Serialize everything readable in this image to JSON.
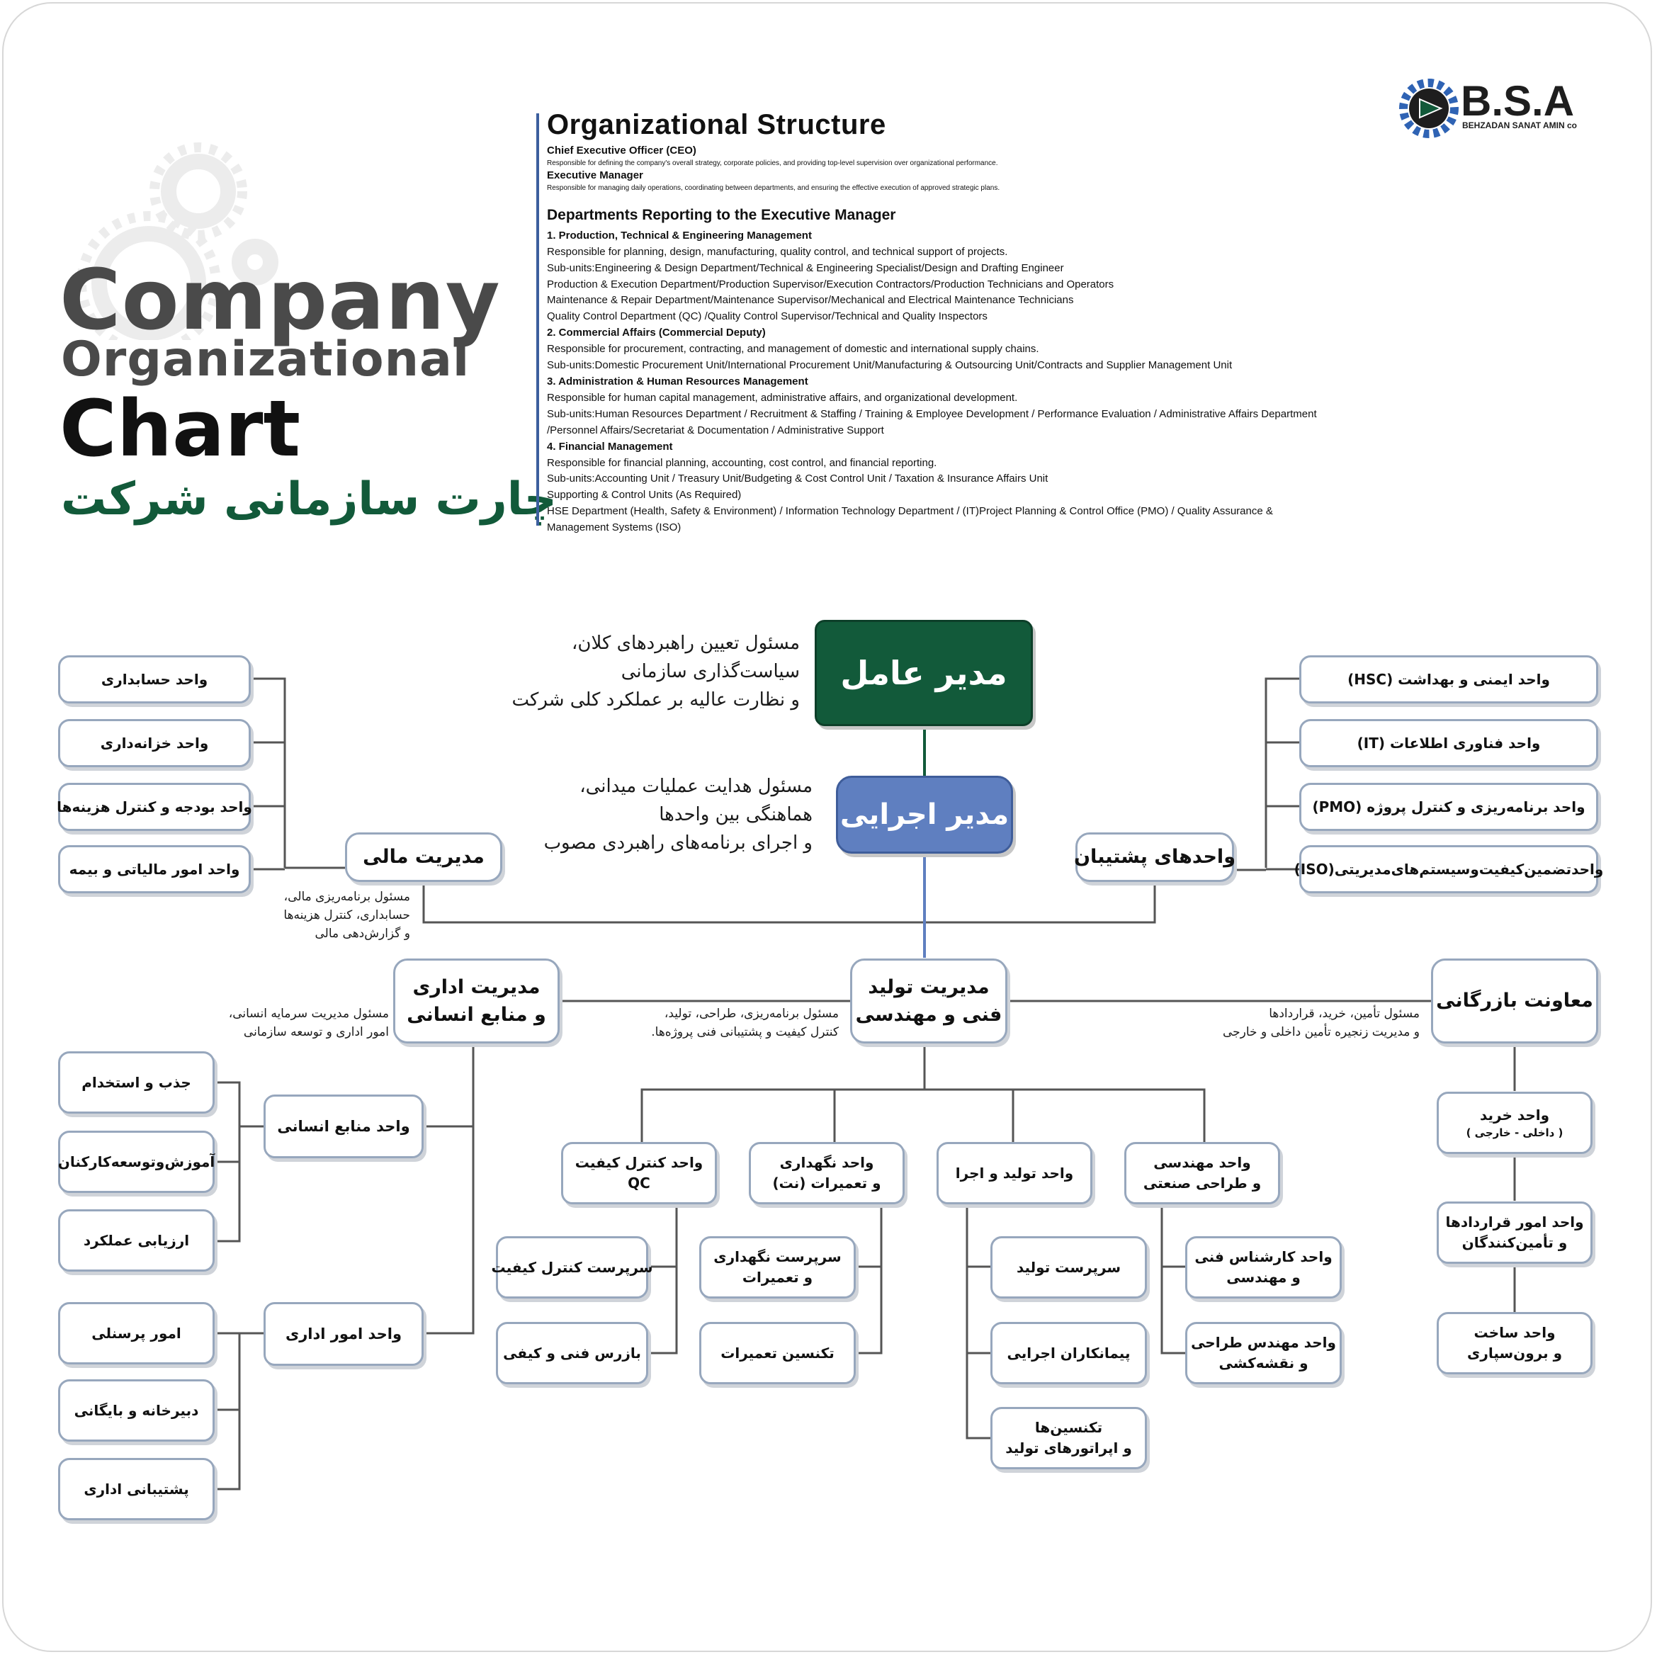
{
  "title": {
    "line1": "Company",
    "line2": "Organizational",
    "line3": "Chart",
    "persian": "چارت سازمانی شرکت"
  },
  "logo": {
    "name": "B.S.A",
    "subtitle": "BEHZADAN SANAT AMIN co",
    "icon": "gear-logo-icon",
    "accent": "#2f63b4"
  },
  "colors": {
    "ceo": "#125a3a",
    "exec": "#5f7fc0",
    "box_border": "#97a7bd",
    "line_gray": "#555555",
    "line_accent": "#5f7fc0"
  },
  "structure": {
    "heading": "Organizational Structure",
    "ceo_title": "Chief Executive Officer (CEO)",
    "ceo_desc": "Responsible for defining the company's overall strategy, corporate policies, and providing top-level supervision over organizational performance.",
    "exec_title": "Executive Manager",
    "exec_desc": "Responsible for managing daily operations, coordinating between departments, and ensuring the effective execution of approved strategic plans.",
    "dept_heading": "Departments Reporting to the Executive Manager",
    "lines": [
      {
        "text": "1. Production, Technical & Engineering Management",
        "bold": true
      },
      {
        "text": "Responsible for planning, design, manufacturing, quality control, and technical support of projects.",
        "bold": false
      },
      {
        "text": "Sub-units:Engineering & Design Department/Technical & Engineering Specialist/Design and Drafting Engineer",
        "bold": false
      },
      {
        "text": "Production & Execution Department/Production Supervisor/Execution Contractors/Production Technicians and Operators",
        "bold": false
      },
      {
        "text": "Maintenance & Repair Department/Maintenance Supervisor/Mechanical and Electrical Maintenance Technicians",
        "bold": false
      },
      {
        "text": "Quality Control Department (QC) /Quality Control Supervisor/Technical and Quality Inspectors",
        "bold": false
      },
      {
        "text": "2. Commercial Affairs (Commercial Deputy)",
        "bold": true
      },
      {
        "text": "Responsible for procurement, contracting, and management of domestic and international supply chains.",
        "bold": false
      },
      {
        "text": "Sub-units:Domestic Procurement Unit/International Procurement Unit/Manufacturing & Outsourcing Unit/Contracts and Supplier Management Unit",
        "bold": false
      },
      {
        "text": "3. Administration & Human Resources Management",
        "bold": true
      },
      {
        "text": "Responsible for human capital management, administrative affairs, and organizational development.",
        "bold": false
      },
      {
        "text": "Sub-units:Human Resources Department / Recruitment & Staffing / Training & Employee Development / Performance Evaluation / Administrative Affairs Department",
        "bold": false
      },
      {
        "text": "/Personnel Affairs/Secretariat & Documentation / Administrative Support",
        "bold": false
      },
      {
        "text": "4. Financial Management",
        "bold": true
      },
      {
        "text": "Responsible for financial planning, accounting, cost control, and financial reporting.",
        "bold": false
      },
      {
        "text": "Sub-units:Accounting Unit / Treasury Unit/Budgeting & Cost Control Unit / Taxation & Insurance Affairs Unit",
        "bold": false
      },
      {
        "text": "Supporting & Control Units (As Required)",
        "bold": false
      },
      {
        "text": "HSE Department (Health, Safety & Environment) / Information Technology Department  / (IT)Project Planning & Control Office (PMO) / Quality Assurance &",
        "bold": false
      },
      {
        "text": "Management Systems (ISO)",
        "bold": false
      }
    ]
  },
  "chart": {
    "ceo": {
      "label": "مدیر عامل",
      "desc": [
        "مسئول تعیین راهبردهای کلان،",
        "سیاست‌گذاری سازمانی",
        "و نظارت عالیه بر عملکرد کلی شرکت"
      ]
    },
    "exec": {
      "label": "مدیر اجرایی",
      "desc": [
        "مسئول هدایت عملیات میدانی،",
        "هماهنگی بین واحدها",
        "و اجرای برنامه‌های راهبردی مصوب"
      ]
    },
    "finance": {
      "label": "مدیریت مالی",
      "desc": [
        "مسئول برنامه‌ریزی مالی،",
        "حسابداری، کنترل هزینه‌ها",
        "و گزارش‌دهی مالی"
      ],
      "units": [
        "واحد حسابداری",
        "واحد خزانه‌داری",
        "واحد بودجه و کنترل هزینه‌ها",
        "واحد امور مالیاتی و بیمه"
      ]
    },
    "support": {
      "label": "واحدهای پشتیبان",
      "units": [
        "واحد ایمنی و بهداشت (HSC)",
        "واحد فناوری اطلاعات (IT)",
        "واحد برنامه‌ریزی و کنترل پروژه (PMO)",
        "واحدتضمین‌کیفیت‌وسیستم‌های‌مدیریتی(ISO)"
      ]
    },
    "admin": {
      "label_1": "مدیریت اداری",
      "label_2": "و منابع انسانی",
      "desc": [
        "مسئول مدیریت سرمایه انسانی،",
        "امور اداری و توسعه سازمانی"
      ],
      "hr": {
        "label": "واحد منابع انسانی",
        "items": [
          "جذب و استخدام",
          "آموزش‌وتوسعه‌کارکنان",
          "ارزیابی عملکرد"
        ]
      },
      "affairs": {
        "label": "واحد امور اداری",
        "items": [
          "امور پرسنلی",
          "دبیرخانه و بایگانی",
          "پشتیبانی اداری"
        ]
      }
    },
    "production": {
      "label_1": "مدیریت تولید",
      "label_2": "فنی و مهندسی",
      "desc": [
        "مسئول برنامه‌ریزی، طراحی، تولید،",
        "کنترل کیفیت و پشتیبانی فنی پروژه‌ها."
      ],
      "qc": {
        "label_1": "واحد کنترل کیفیت",
        "label_2": "QC",
        "items": [
          "سرپرست کنترل کیفیت",
          "بازرس فنی و کیفی"
        ]
      },
      "maintenance": {
        "label_1": "واحد نگهداری",
        "label_2": "و تعمیرات (نت)",
        "items": [
          [
            "سرپرست نگهداری",
            "و تعمیرات"
          ],
          [
            "تکنسین تعمیرات"
          ]
        ]
      },
      "operations": {
        "label": "واحد تولید و اجرا",
        "items": [
          [
            "سرپرست تولید"
          ],
          [
            "پیمانکاران اجرایی"
          ],
          [
            "تکنسین‌ها",
            "و اپراتورهای تولید"
          ]
        ]
      },
      "engineering": {
        "label_1": "واحد مهندسی",
        "label_2": "و طراحی صنعتی",
        "items": [
          [
            "واحد کارشناس فنی",
            "و مهندسی"
          ],
          [
            "واحد مهندس طراحی",
            "و نقشه‌کشی"
          ]
        ]
      }
    },
    "commercial": {
      "label": "معاونت بازرگانی",
      "desc": [
        "مسئول تأمین، خرید، قراردادها",
        "و مدیریت زنجیره تأمین داخلی و خارجی"
      ],
      "units": [
        {
          "line1": "واحد خرید",
          "line2": "( داخلی - خارجی )"
        },
        {
          "line1": "واحد امور قراردادها",
          "line2": "و تأمین‌کنندگان"
        },
        {
          "line1": "واحد ساخت",
          "line2": "و برون‌سپاری"
        }
      ]
    }
  }
}
